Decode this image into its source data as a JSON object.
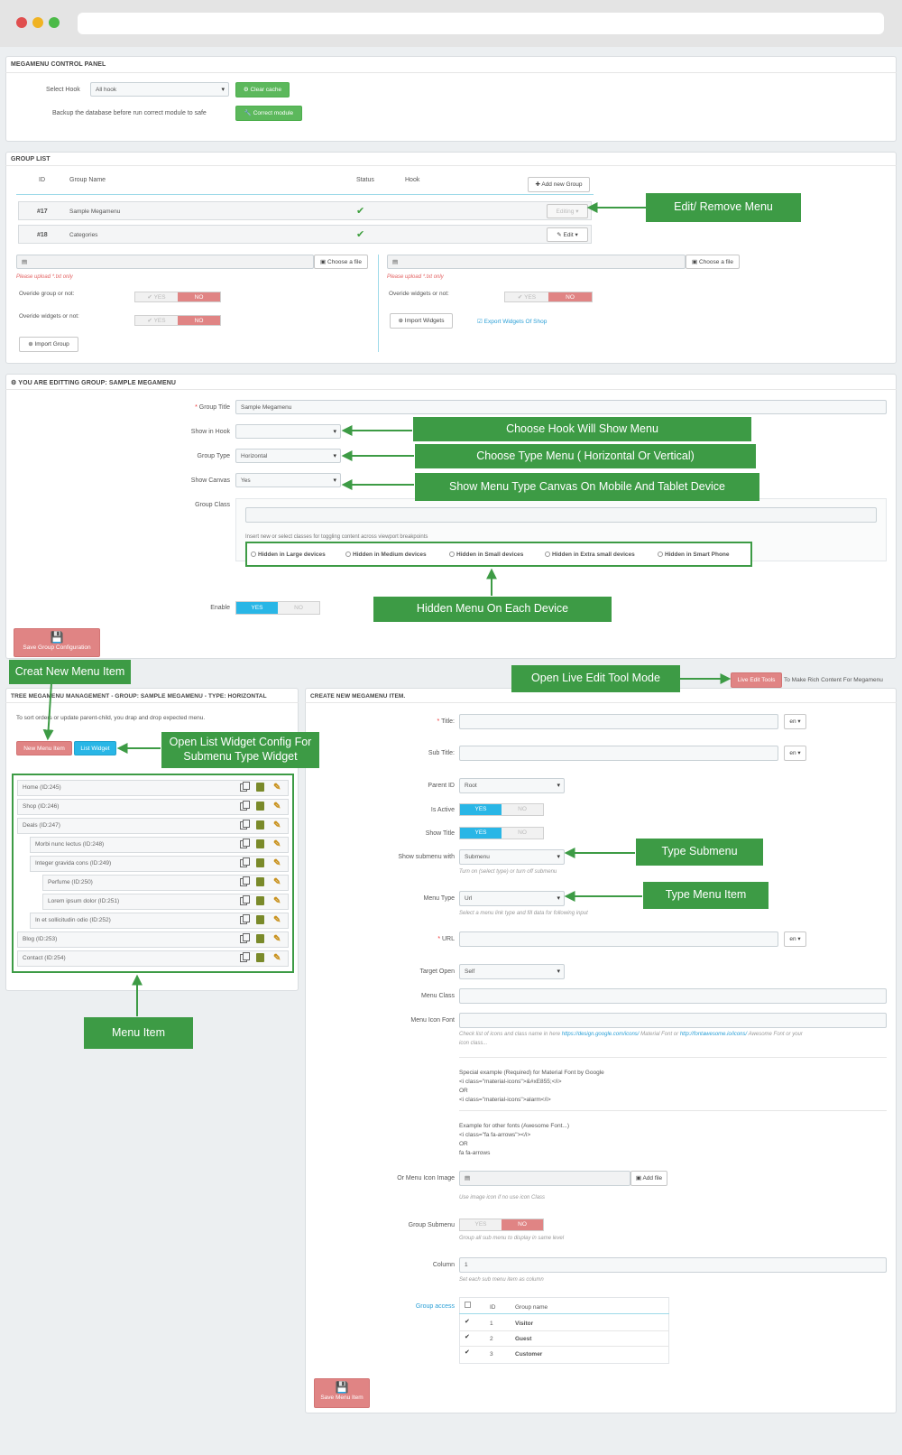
{
  "browser": {
    "dots": [
      "#e04f4f",
      "#f0b323",
      "#4cba48"
    ]
  },
  "control_panel": {
    "title": "MEGAMENU CONTROL PANEL",
    "select_hook_label": "Select Hook",
    "select_hook_value": "All hook",
    "clear_cache": "Clear cache",
    "backup_label": "Backup the database before run correct module to safe",
    "correct_module": "Correct module"
  },
  "group_list": {
    "title": "GROUP LIST",
    "headers": {
      "id": "ID",
      "name": "Group Name",
      "status": "Status",
      "hook": "Hook"
    },
    "add_new": "Add new Group",
    "rows": [
      {
        "id": "#17",
        "name": "Sample Megamenu",
        "action": "Editing"
      },
      {
        "id": "#18",
        "name": "Categories",
        "action": "Edit"
      }
    ],
    "choose_file": "Choose a file",
    "upload_hint": "Please upload *.txt only",
    "override_group": "Overide group or not:",
    "override_widgets": "Overide widgets or not:",
    "yes": "YES",
    "no": "NO",
    "import_group": "Import Group",
    "import_widgets": "Import Widgets",
    "export_widgets": "Export Widgets Of Shop"
  },
  "editing": {
    "title": "YOU ARE EDITTING GROUP: SAMPLE MEGAMENU",
    "group_title_label": "Group Title",
    "group_title_value": "Sample Megamenu",
    "show_in_hook": "Show in Hook",
    "group_type": "Group Type",
    "group_type_value": "Horizontal",
    "show_canvas": "Show Canvas",
    "show_canvas_value": "Yes",
    "group_class": "Group Class",
    "class_hint": "Insert new or select classes for toggling content across viewport breakpoints",
    "devices": [
      "Hidden in Large devices",
      "Hidden in Medium devices",
      "Hidden in Small devices",
      "Hidden in Extra small devices",
      "Hidden in Smart Phone"
    ],
    "enable": "Enable",
    "yes": "YES",
    "no": "NO",
    "save": "Save Group Configuration"
  },
  "tree": {
    "title": "TREE MEGAMENU MANAGEMENT - GROUP: SAMPLE MEGAMENU - TYPE: HORIZONTAL",
    "hint": "To sort orders or update parent-child, you drap and drop expected menu.",
    "new_item": "New Menu Item",
    "list_widget": "List Widget",
    "items": [
      {
        "label": "Home (ID:245)",
        "level": 0
      },
      {
        "label": "Shop (ID:246)",
        "level": 0
      },
      {
        "label": "Deals (ID:247)",
        "level": 0
      },
      {
        "label": "Morbi nunc lectus (ID:248)",
        "level": 1
      },
      {
        "label": "Integer gravida cons (ID:249)",
        "level": 1
      },
      {
        "label": "Perfume (ID:250)",
        "level": 2
      },
      {
        "label": "Lorem ipsum dolor (ID:251)",
        "level": 2
      },
      {
        "label": "In et sollicitudin odio (ID:252)",
        "level": 1
      },
      {
        "label": "Blog (ID:253)",
        "level": 0
      },
      {
        "label": "Contact (ID:254)",
        "level": 0
      }
    ]
  },
  "live_edit": {
    "button": "Live Edit Tools",
    "text": "To Make Rich Content For Megamenu"
  },
  "create": {
    "title": "CREATE NEW MEGAMENU ITEM.",
    "title_label": "Title:",
    "subtitle_label": "Sub Title:",
    "lang": "en",
    "parent_id": "Parent ID",
    "parent_value": "Root",
    "is_active": "Is Active",
    "show_title": "Show Title",
    "show_submenu": "Show submenu with",
    "submenu_value": "Submenu",
    "submenu_hint": "Turn on (select type) or turn off submenu",
    "menu_type": "Menu Type",
    "menu_type_value": "Url",
    "menu_type_hint": "Select a menu link type and fill data for following input",
    "url": "URL",
    "target_open": "Target Open",
    "target_value": "Self",
    "menu_class": "Menu Class",
    "icon_font": "Menu Icon Font",
    "icon_hint_pre": "Check list of icons and class name in here ",
    "icon_link1": "https://design.google.com/icons/",
    "icon_hint_mid": " Material Font or ",
    "icon_link2": "http://fontawesome.io/icons/",
    "icon_hint_post": " Awesome Font or your",
    "icon_hint_line2": "icon class...",
    "ex1_title": "Special example (Required) for Material Font by Google",
    "ex1_l1": "<i class=\"material-icons\">&#xE855;</i>",
    "ex1_or": "OR",
    "ex1_l2": "<i class=\"material-icons\">alarm</i>",
    "ex2_title": "Example for other fonts (Awesome Font...)",
    "ex2_l1": "<i class=\"fa fa-arrows\"></i>",
    "ex2_or": "OR",
    "ex2_l2": "fa fa-arrows",
    "icon_image": "Or Menu Icon Image",
    "add_file": "Add file",
    "icon_image_hint": "Use image icon if no use icon Class",
    "group_submenu": "Group Submenu",
    "group_submenu_hint": "Group all sub menu to display in same level",
    "column": "Column",
    "column_value": "1",
    "column_hint": "Set each sub menu item as column",
    "group_access": "Group access",
    "access_headers": {
      "id": "ID",
      "name": "Group name"
    },
    "access_rows": [
      {
        "id": "1",
        "name": "Visitor"
      },
      {
        "id": "2",
        "name": "Guest"
      },
      {
        "id": "3",
        "name": "Customer"
      }
    ],
    "yes": "YES",
    "no": "NO",
    "save": "Save Menu Item"
  },
  "callouts": {
    "edit_remove": "Edit/ Remove Menu",
    "choose_hook": "Choose Hook Will Show Menu",
    "choose_type": "Choose Type Menu ( Horizontal Or Vertical)",
    "show_canvas": "Show Menu Type Canvas On Mobile And Tablet Device",
    "hidden_device": "Hidden Menu On Each Device",
    "creat_new": "Creat New Menu Item",
    "open_live": "Open Live Edit Tool Mode",
    "open_list_1": "Open List Widget Config For",
    "open_list_2": "Submenu Type Widget",
    "type_submenu": "Type Submenu",
    "type_menu_item": "Type Menu Item",
    "menu_item": "Menu Item"
  }
}
